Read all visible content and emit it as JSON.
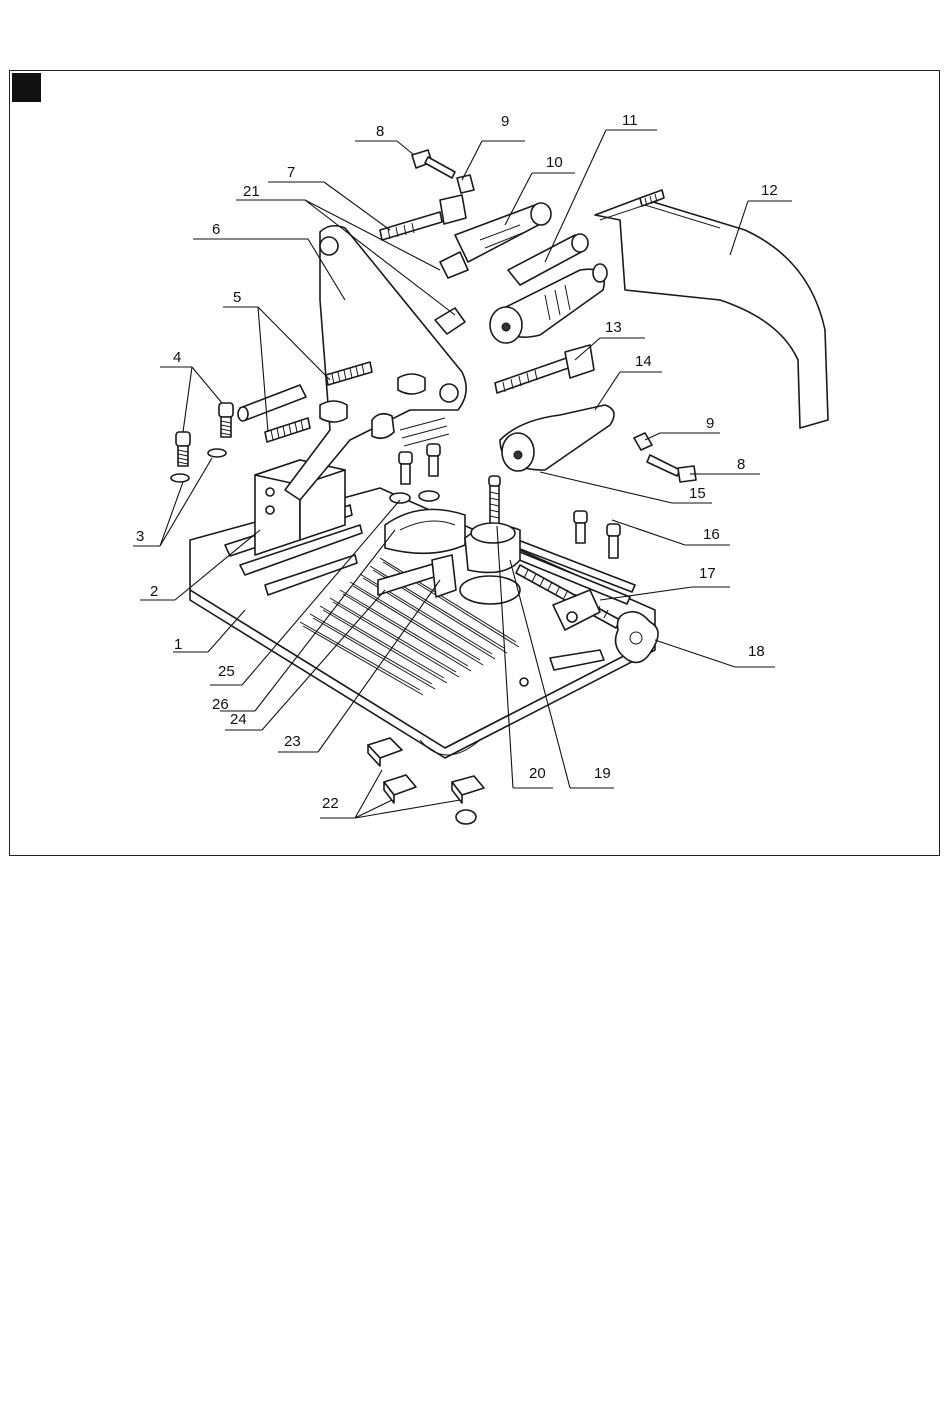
{
  "callouts": [
    {
      "id": "p1",
      "text": "1"
    },
    {
      "id": "p2",
      "text": "2"
    },
    {
      "id": "p3",
      "text": "3"
    },
    {
      "id": "p4",
      "text": "4"
    },
    {
      "id": "p5",
      "text": "5"
    },
    {
      "id": "p6",
      "text": "6"
    },
    {
      "id": "p7",
      "text": "7"
    },
    {
      "id": "p8a",
      "text": "8"
    },
    {
      "id": "p8b",
      "text": "8"
    },
    {
      "id": "p9a",
      "text": "9"
    },
    {
      "id": "p9b",
      "text": "9"
    },
    {
      "id": "p10",
      "text": "10"
    },
    {
      "id": "p11",
      "text": "11"
    },
    {
      "id": "p12",
      "text": "12"
    },
    {
      "id": "p13",
      "text": "13"
    },
    {
      "id": "p14",
      "text": "14"
    },
    {
      "id": "p15",
      "text": "15"
    },
    {
      "id": "p16",
      "text": "16"
    },
    {
      "id": "p17",
      "text": "17"
    },
    {
      "id": "p18",
      "text": "18"
    },
    {
      "id": "p19",
      "text": "19"
    },
    {
      "id": "p20",
      "text": "20"
    },
    {
      "id": "p21",
      "text": "21"
    },
    {
      "id": "p22",
      "text": "22"
    },
    {
      "id": "p23",
      "text": "23"
    },
    {
      "id": "p24",
      "text": "24"
    },
    {
      "id": "p25",
      "text": "25"
    },
    {
      "id": "p26",
      "text": "26"
    }
  ],
  "colors": {
    "ink": "#111111",
    "background": "#ffffff",
    "shade": "#9a9a9a"
  }
}
